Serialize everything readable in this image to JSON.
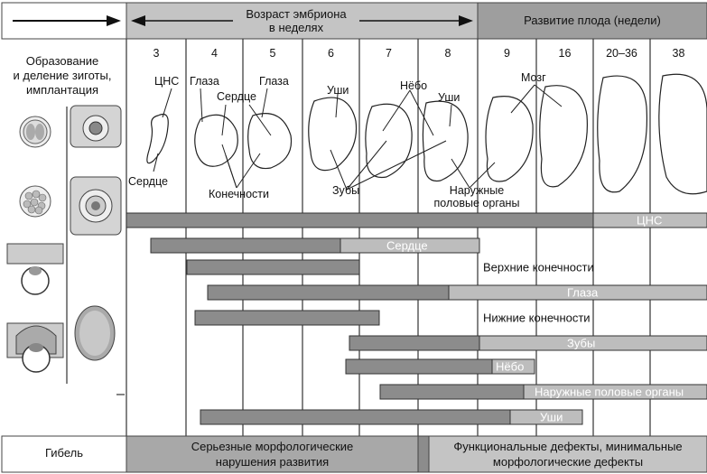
{
  "header": {
    "embryo_age": "Возраст эмбриона\nв неделях",
    "fetal_dev": "Развитие плода (недели)"
  },
  "left_label": "Образование\nи деление зиготы,\nимплантация",
  "weeks": [
    "3",
    "4",
    "5",
    "6",
    "7",
    "8",
    "9",
    "16",
    "20–36",
    "38"
  ],
  "organ_labels": [
    {
      "id": "cns-top",
      "text": "ЦНС"
    },
    {
      "id": "heart-3",
      "text": "Сердце"
    },
    {
      "id": "eyes-4",
      "text": "Глаза"
    },
    {
      "id": "heart-4",
      "text": "Сердце"
    },
    {
      "id": "eyes-5",
      "text": "Глаза"
    },
    {
      "id": "limbs",
      "text": "Конечности"
    },
    {
      "id": "ears-6",
      "text": "Уши"
    },
    {
      "id": "palate",
      "text": "Нёбо"
    },
    {
      "id": "ears-8",
      "text": "Уши"
    },
    {
      "id": "teeth",
      "text": "Зубы"
    },
    {
      "id": "genitals",
      "text": "Наружные\nполовые органы"
    },
    {
      "id": "brain",
      "text": "Мозг"
    }
  ],
  "bars": [
    {
      "label": "ЦНС",
      "label_inside": true
    },
    {
      "label": "Сердце",
      "label_inside": true
    },
    {
      "label": "Верхние конечности",
      "label_inside": false
    },
    {
      "label": "Глаза",
      "label_inside": true
    },
    {
      "label": "Нижние конечности",
      "label_inside": false
    },
    {
      "label": "Зубы",
      "label_inside": true
    },
    {
      "label": "Нёбо",
      "label_inside": true
    },
    {
      "label": "Наружные половые органы",
      "label_inside": true
    },
    {
      "label": "Уши",
      "label_inside": true
    }
  ],
  "footer": {
    "death": "Гибель",
    "major": "Серьезные морфологические\nнарушения развития",
    "functional": "Функциональные дефекты, минимальные\nморфологические дефекты"
  },
  "colors": {
    "bar_dark": "#8c8c8c",
    "bar_light": "#bdbdbd",
    "header_fill": "#c4c4c4",
    "footer_fill": "#a8a8a8"
  }
}
